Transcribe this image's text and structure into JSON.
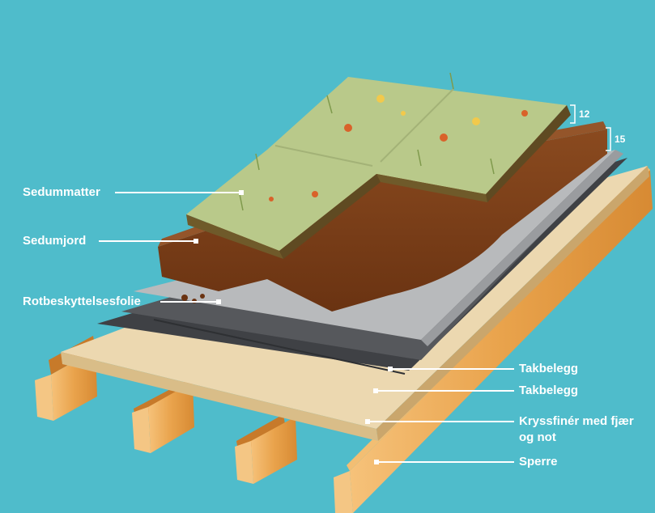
{
  "labels": {
    "sedummatter": "Sedummatter",
    "sedumjord": "Sedumjord",
    "rotbeskyttelsesfolie": "Rotbeskyttelsesfolie",
    "takbelegg_upper": "Takbelegg",
    "takbelegg_lower": "Takbelegg",
    "kryssfiner": "Kryssfinér med fjær og not",
    "sperre": "Sperre"
  },
  "dimensions": {
    "sedummatter_thickness": "12",
    "sedumjord_thickness": "15"
  },
  "colors": {
    "background": "#4fbccb",
    "sedum_mat": "#b9c98a",
    "soil": "#7a3e17",
    "root_foil": "#b8babc",
    "roofing_membrane": "#4a4c50",
    "plywood": "#ecd8b0",
    "rafter": "#e8a54a",
    "label_text": "#ffffff"
  }
}
